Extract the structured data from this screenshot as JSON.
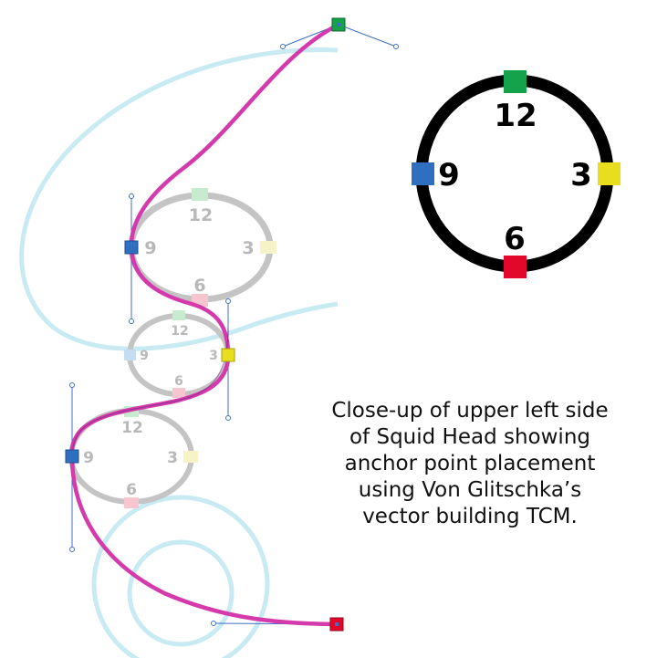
{
  "caption": {
    "lines": [
      "Close-up of upper left side",
      "of Squid Head showing",
      "anchor point placement",
      "using Von Glitschka’s",
      "vector building TCM."
    ]
  },
  "legend_clock": {
    "label_12": "12",
    "label_3": "3",
    "label_6": "6",
    "label_9": "9"
  },
  "guide_clocks": [
    {
      "label_12": "12",
      "label_3": "3",
      "label_6": "6",
      "label_9": "9"
    },
    {
      "label_12": "12",
      "label_3": "3",
      "label_6": "6",
      "label_9": "9"
    },
    {
      "label_12": "12",
      "label_3": "3",
      "label_6": "6",
      "label_9": "9"
    }
  ],
  "colors": {
    "anchor_12": "#14a24a",
    "anchor_3": "#e8de1e",
    "anchor_6": "#e2082a",
    "anchor_9": "#2f6fc0",
    "path": "#d43aac",
    "guide_shape": "#c8eaf2",
    "guide_clock": "#c4c4c4",
    "handle": "#3f6fc4"
  }
}
